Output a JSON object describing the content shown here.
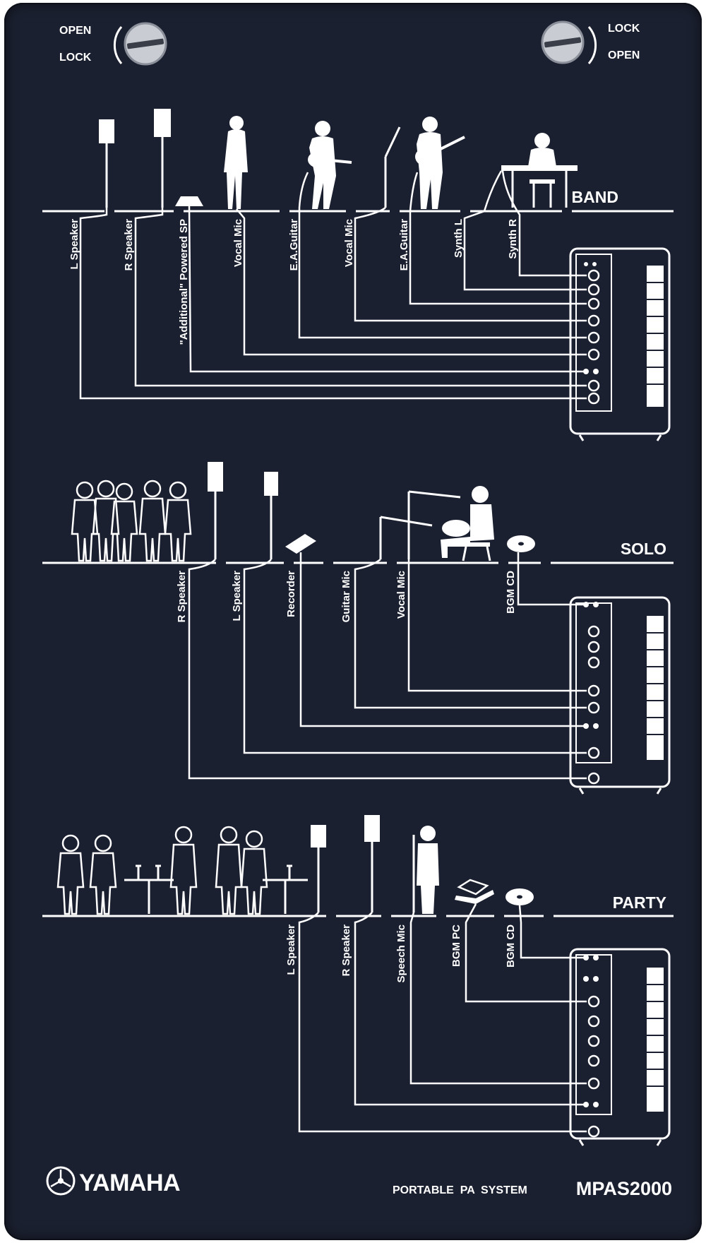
{
  "locks": {
    "left": {
      "top": "OPEN",
      "bottom": "LOCK"
    },
    "right": {
      "top": "LOCK",
      "bottom": "OPEN"
    }
  },
  "sections": [
    {
      "name": "BAND",
      "labels": [
        "L Speaker",
        "R Speaker",
        "\"Additional\" Powered SP",
        "Vocal Mic",
        "E.A.Guitar",
        "Vocal Mic",
        "E.A.Guitar",
        "Synth L",
        "Synth R"
      ]
    },
    {
      "name": "SOLO",
      "labels": [
        "R Speaker",
        "L Speaker",
        "Recorder",
        "Guitar Mic",
        "Vocal Mic",
        "BGM CD"
      ]
    },
    {
      "name": "PARTY",
      "labels": [
        "L Speaker",
        "R Speaker",
        "Speech Mic",
        "BGM PC",
        "BGM CD"
      ]
    }
  ],
  "brand": {
    "name": "YAMAHA",
    "logo_icon": "yamaha-tuning-fork-logo-icon"
  },
  "product": {
    "category": "PORTABLE  PA  SYSTEM",
    "model": "MPAS2000"
  },
  "colors": {
    "panel": "#1b2030",
    "print": "#ffffff"
  }
}
